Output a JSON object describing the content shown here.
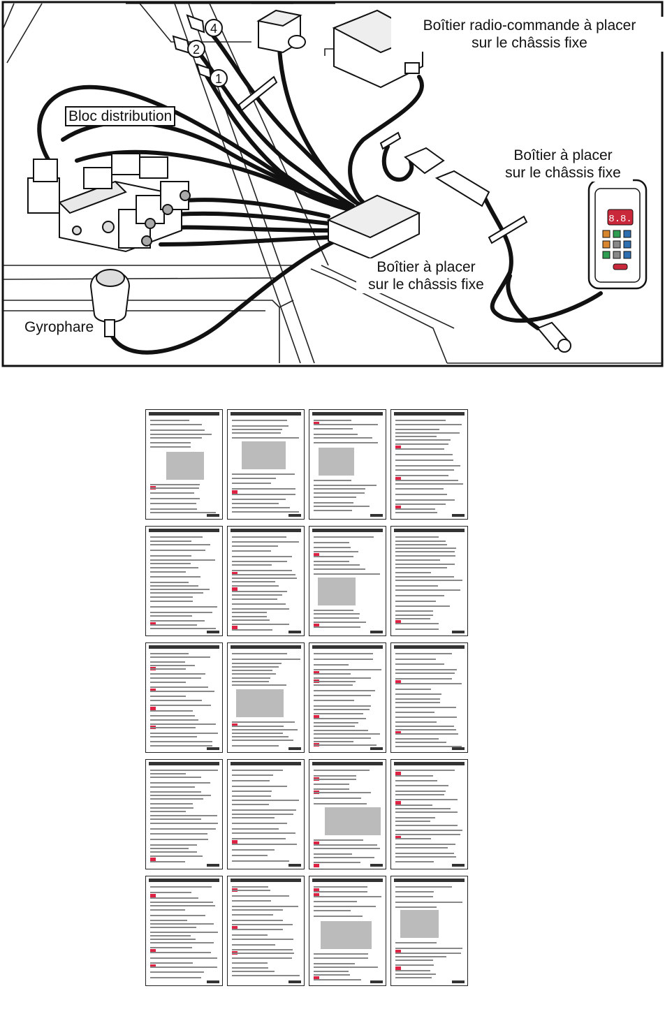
{
  "labels": {
    "bloc_distribution": "Bloc distribution",
    "radio_box": "Boîtier radio-commande à placer\nsur le châssis fixe",
    "box_right": "Boîtier à placer\nsur le châssis fixe",
    "box_center": "Boîtier à placer\nsur le châssis fixe",
    "gyrophare": "Gyrophare"
  },
  "valve_numbers": [
    "4",
    "2",
    "1"
  ],
  "remote_display": "8.8.",
  "thumbnails": {
    "rows": 5,
    "cols": 4
  }
}
